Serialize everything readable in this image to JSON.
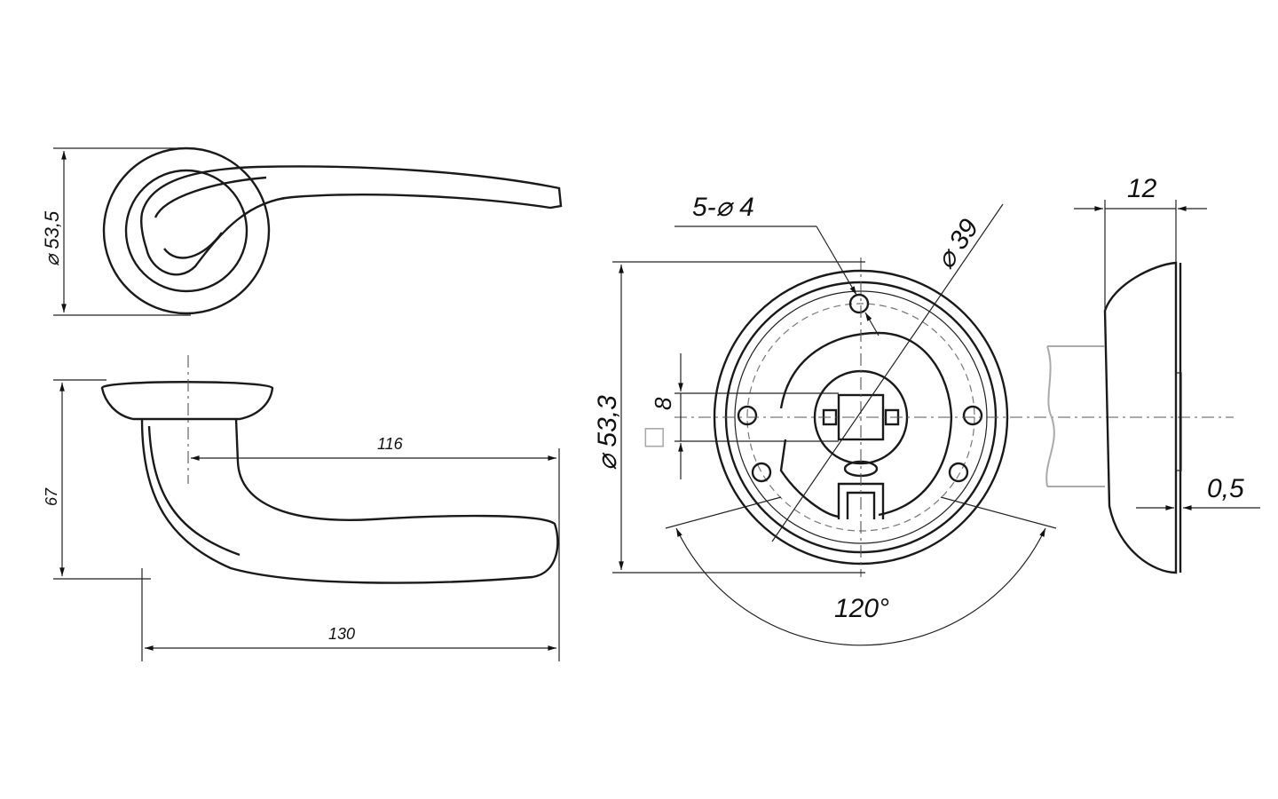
{
  "dimensions": {
    "rose_diameter_top": "⌀ 53,5",
    "height": "67",
    "handle_reach": "116",
    "total_length": "130",
    "holes": "5-⌀ 4",
    "pcd": "⌀ 39",
    "rose_diameter_front": "⌀ 53,3",
    "square": "8",
    "square_symbol": "□",
    "angle": "120°",
    "rose_thickness": "12",
    "gap": "0,5"
  }
}
